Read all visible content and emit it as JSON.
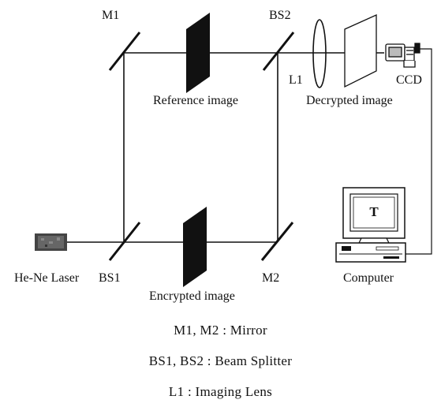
{
  "labels": {
    "m1": "M1",
    "bs2": "BS2",
    "l1": "L1",
    "ccd": "CCD",
    "reference_image": "Reference image",
    "decrypted_image": "Decrypted image",
    "he_ne_laser": "He-Ne Laser",
    "bs1": "BS1",
    "encrypted_image": "Encrypted image",
    "m2": "M2",
    "computer": "Computer",
    "monitor_text": "T"
  },
  "legend": [
    "M1, M2 : Mirror",
    "BS1, BS2 : Beam Splitter",
    "L1 : Imaging Lens"
  ],
  "colors": {
    "ink": "#111111",
    "background": "#ffffff"
  }
}
